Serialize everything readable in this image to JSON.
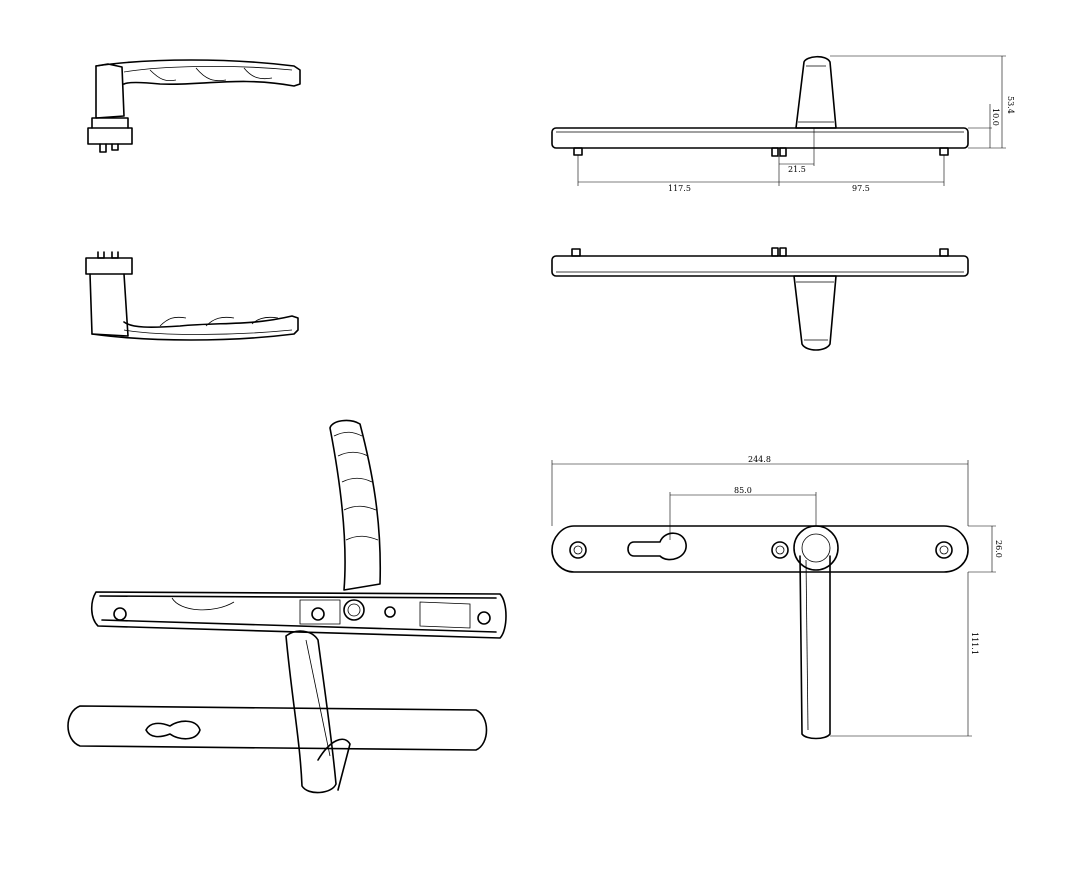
{
  "dimensions": {
    "d_53_4": "53.4",
    "d_10_0": "10.0",
    "d_21_5": "21.5",
    "d_117_5": "117.5",
    "d_97_5": "97.5",
    "d_244_8": "244.8",
    "d_85_0": "85.0",
    "d_26_0": "26.0",
    "d_111_1": "111.1"
  },
  "colors": {
    "line": "#000000",
    "background": "#ffffff"
  }
}
